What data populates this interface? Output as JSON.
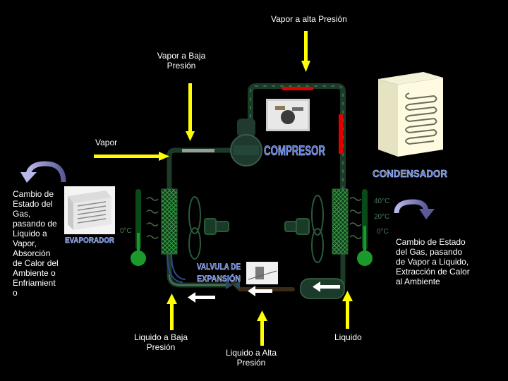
{
  "labels": {
    "vapor_alta": "Vapor a alta Presión",
    "vapor_baja_line1": "Vapor a Baja",
    "vapor_baja_line2": "Presión",
    "vapor": "Vapor",
    "evap_desc": [
      "Cambio de",
      "Estado del",
      "Gas,",
      "pasando de",
      "Liquido a",
      "Vapor,",
      "Absorción",
      "de Calor del",
      "Ambiente o",
      "Enfriamient",
      "o"
    ],
    "cond_desc": [
      "Cambio de Estado",
      "del Gas, pasando",
      "de Vapor a Liquido,",
      "Extracción de Calor",
      "al Ambiente"
    ],
    "liquido_baja_line1": "Liquido a Baja",
    "liquido_baja_line2": "Presión",
    "liquido_alta_line1": "Liquido a Alta",
    "liquido_alta_line2": "Presión",
    "liquido": "Liquido"
  },
  "components": {
    "compresor": "COMPRESOR",
    "condensador": "CONDENSADOR",
    "evaporador": "EVAPORADOR",
    "valvula_line1": "VALVULA DE",
    "valvula_line2": "EXPANSIÓN"
  },
  "thermometers": {
    "left_reading": "0°C",
    "right_readings": [
      "40°C",
      "20°C",
      "0°C"
    ]
  },
  "colors": {
    "arrow": "#ffff00",
    "pipe_dark": "#1c3a28",
    "pipe_light": "#8a8a8a",
    "hot": "#e00000",
    "coil": "#2f8a3a",
    "thermo": "#1a9a2a",
    "label_blue": "#4a6fd8",
    "curve_arrow": "#7a7ab8"
  }
}
